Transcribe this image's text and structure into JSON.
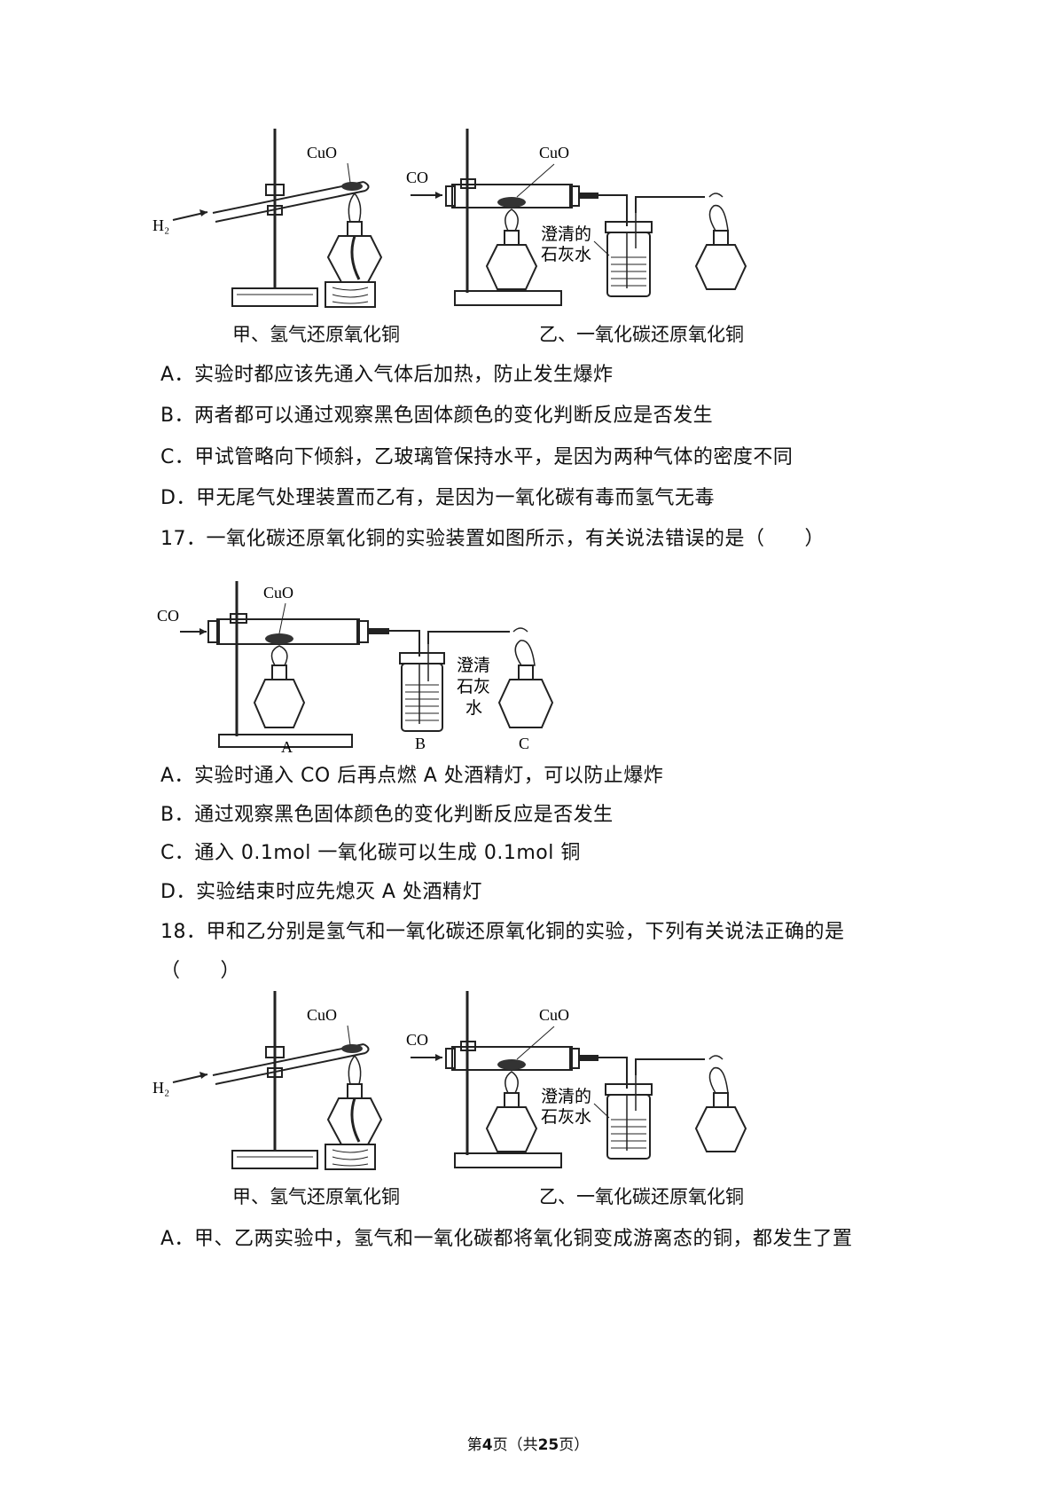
{
  "fig1": {
    "left": {
      "cuo": "CuO",
      "gas": "H₂",
      "caption": "甲、氢气还原氧化铜"
    },
    "right": {
      "gas": "CO",
      "cuo": "CuO",
      "lime1": "澄清的",
      "lime2": "石灰水",
      "caption": "乙、一氧化碳还原氧化铜"
    }
  },
  "q16": {
    "options": [
      "A．实验时都应该先通入气体后加热，防止发生爆炸",
      "B．两者都可以通过观察黑色固体颜色的变化判断反应是否发生",
      "C．甲试管略向下倾斜，乙玻璃管保持水平，是因为两种气体的密度不同",
      "D．甲无尾气处理装置而乙有，是因为一氧化碳有毒而氢气无毒"
    ]
  },
  "q17": {
    "stem": "17．一氧化碳还原氧化铜的实验装置如图所示，有关说法错误的是（　　）",
    "figure": {
      "gas": "CO",
      "cuo": "CuO",
      "lime1": "澄清",
      "lime2": "石灰",
      "lime3": "水",
      "a": "A",
      "b": "B",
      "c": "C"
    },
    "options": [
      "A．实验时通入 CO 后再点燃 A 处酒精灯，可以防止爆炸",
      "B．通过观察黑色固体颜色的变化判断反应是否发生",
      "C．通入 0.1mol 一氧化碳可以生成 0.1mol 铜",
      "D．实验结束时应先熄灭 A 处酒精灯"
    ]
  },
  "q18": {
    "stem1": "18．甲和乙分别是氢气和一氧化碳还原氧化铜的实验，下列有关说法正确的是",
    "stem2": "（　　）",
    "option_a": "A．甲、乙两实验中，氢气和一氧化碳都将氧化铜变成游离态的铜，都发生了置"
  },
  "footer": {
    "pre": "第",
    "page": "4",
    "mid": "页（共",
    "total": "25",
    "post": "页）"
  }
}
